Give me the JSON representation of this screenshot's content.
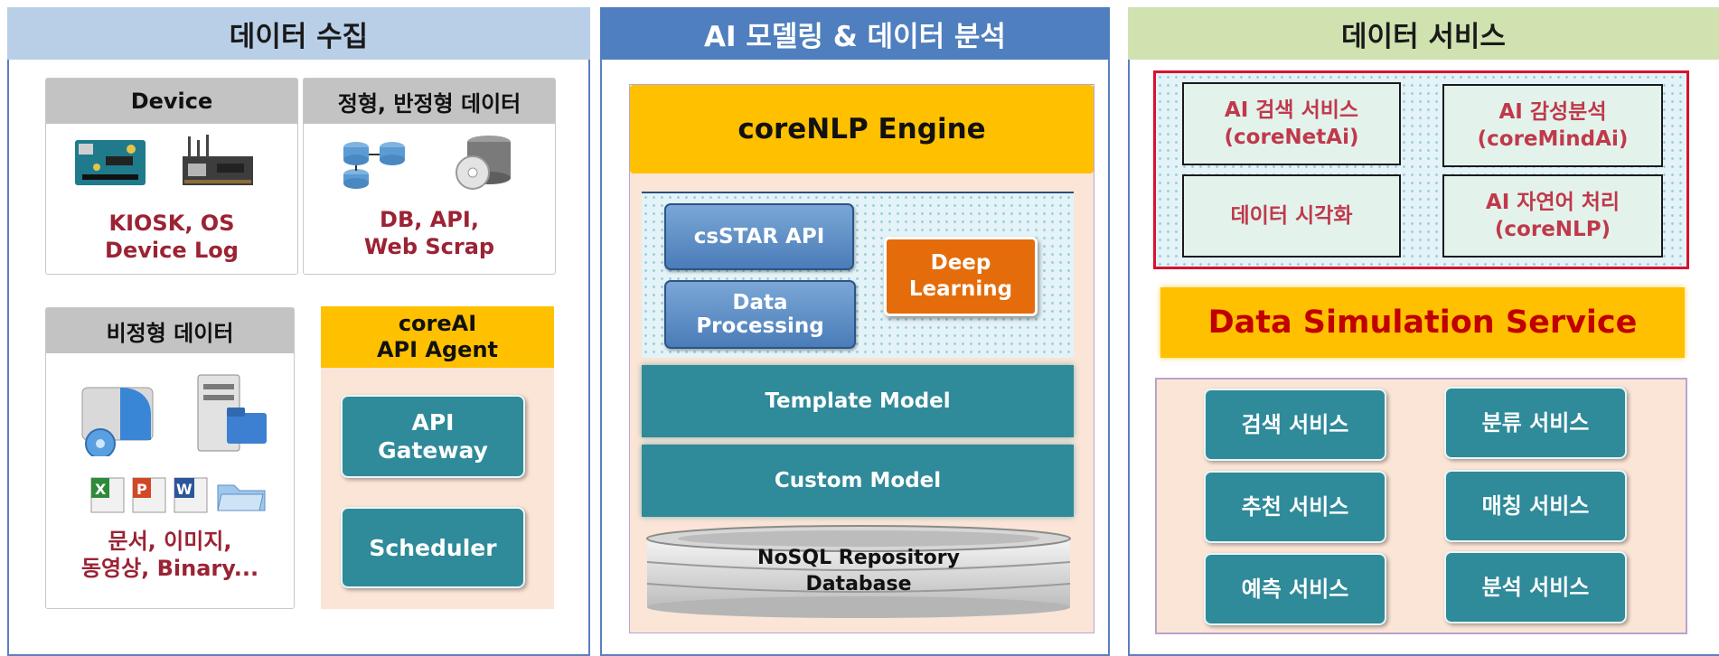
{
  "columns": {
    "collect": {
      "title": "데이터 수집",
      "device": {
        "title": "Device",
        "desc_line1": "KIOSK, OS",
        "desc_line2": "Device Log"
      },
      "structured": {
        "title": "정형, 반정형 데이터",
        "desc_line1": "DB, API,",
        "desc_line2": "Web Scrap"
      },
      "unstructured": {
        "title": "비정형 데이터",
        "desc_line1": "문서, 이미지,",
        "desc_line2": "동영상, Binary..."
      },
      "agent": {
        "title_line1": "coreAI",
        "title_line2": "API Agent",
        "gateway_line1": "API",
        "gateway_line2": "Gateway",
        "scheduler": "Scheduler"
      }
    },
    "modeling": {
      "title": "AI 모델링 & 데이터 분석",
      "engine": "coreNLP Engine",
      "csstar_api": "csSTAR API",
      "data_processing": "Data Processing",
      "deep_line1": "Deep",
      "deep_line2": "Learning",
      "template_model": "Template Model",
      "custom_model": "Custom Model",
      "nosql_line1": "NoSQL Repository",
      "nosql_line2": "Database"
    },
    "service": {
      "title": "데이터 서비스",
      "ai_search_line1": "AI 검색 서비스",
      "ai_search_line2": "(coreNetAi)",
      "ai_emotion_line1": "AI 감성분석",
      "ai_emotion_line2": "(coreMindAi)",
      "visualization": "데이터 시각화",
      "ai_nlp_line1": "AI 자연어 처리",
      "ai_nlp_line2": "(coreNLP)",
      "simulation": "Data Simulation Service",
      "services": [
        "검색 서비스",
        "분류 서비스",
        "추천 서비스",
        "매칭 서비스",
        "예측 서비스",
        "분석 서비스"
      ]
    }
  },
  "colors": {
    "collect_header": "#b9cfe8",
    "modeling_header": "#4f7fbe",
    "service_header": "#cfe2b0",
    "accent_red": "#9b2334",
    "teal": "#2f8a99",
    "engine_yellow": "#ffc000",
    "deep_orange": "#e46c0a"
  },
  "icons": [
    "arduino-board-icon",
    "iot-board-icon",
    "database-network-icon",
    "disk-database-icon",
    "hard-drive-icon",
    "server-icon",
    "excel-file-icon",
    "powerpoint-file-icon",
    "word-file-icon",
    "folder-icon"
  ]
}
